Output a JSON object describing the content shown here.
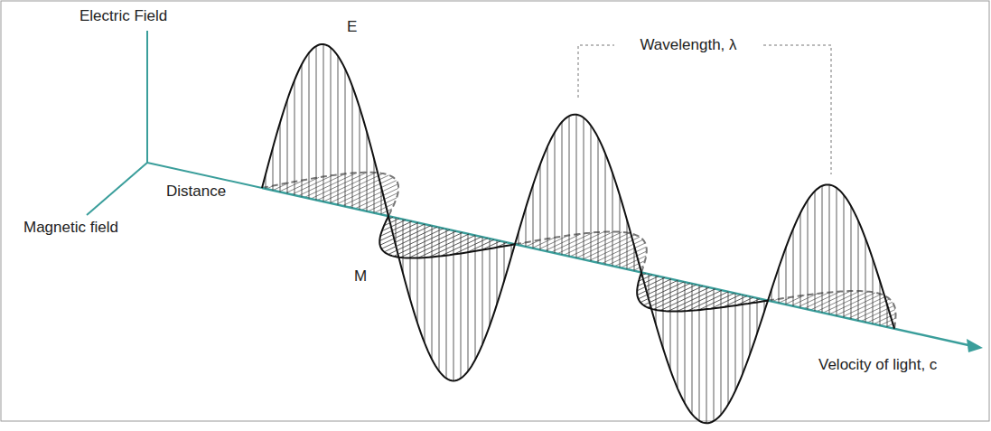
{
  "diagram": {
    "labels": [
      "Electric Field",
      "Magnetic field",
      "Distance",
      "E",
      "M",
      "Wavelength, λ",
      "Velocity of light, c"
    ]
  }
}
